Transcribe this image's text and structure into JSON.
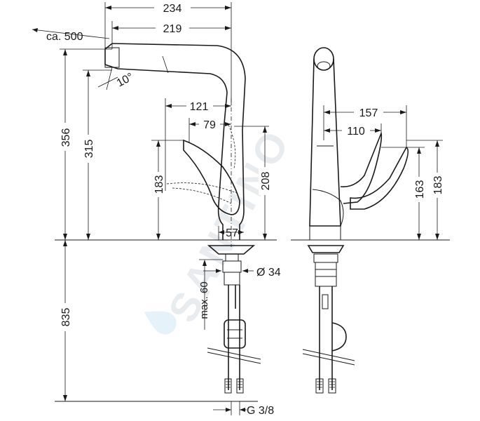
{
  "watermark": "SANTINO",
  "front_view": {
    "dims": {
      "width_total": "234",
      "width_spout": "219",
      "pullout": "ca. 500",
      "angle": "10°",
      "height_total": "356",
      "height_outlet": "315",
      "lever_reach": "121",
      "lever_offset": "79",
      "lever_height": "183",
      "body_height": "208",
      "base_width": "57",
      "hole_diameter": "Ø 34",
      "max_thickness": "max. 60",
      "hose_length": "835",
      "thread": "G 3/8"
    }
  },
  "side_view": {
    "dims": {
      "lever_reach": "157",
      "lever_offset": "110",
      "lever_height_a": "163",
      "lever_height_b": "183"
    }
  }
}
